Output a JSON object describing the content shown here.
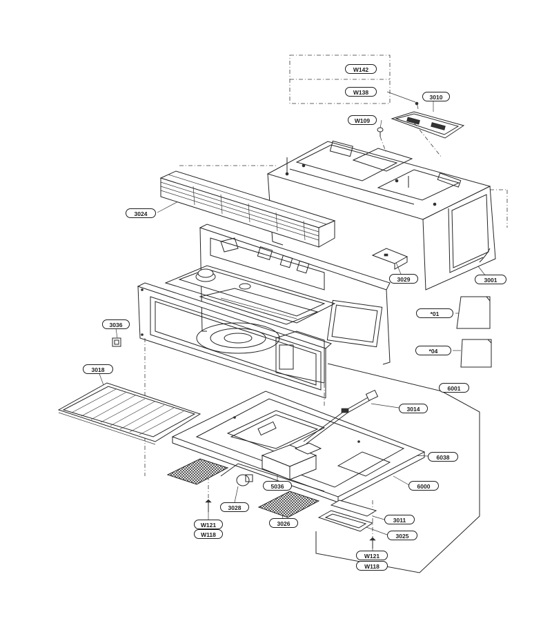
{
  "diagram": {
    "labels": {
      "w142": "W142",
      "w138": "W138",
      "p3010": "3010",
      "w109": "W109",
      "p3024": "3024",
      "p3029": "3029",
      "p3001": "3001",
      "n01": "*01",
      "n04": "*04",
      "p3036": "3036",
      "p3018": "3018",
      "p6001": "6001",
      "p3014": "3014",
      "p6038": "6038",
      "p6000": "6000",
      "p5036": "5036",
      "p3028": "3028",
      "p3026": "3026",
      "p3011": "3011",
      "p3025": "3025",
      "w121_left": "W121",
      "w118_left": "W118",
      "w121_right": "W121",
      "w118_right": "W118"
    }
  }
}
